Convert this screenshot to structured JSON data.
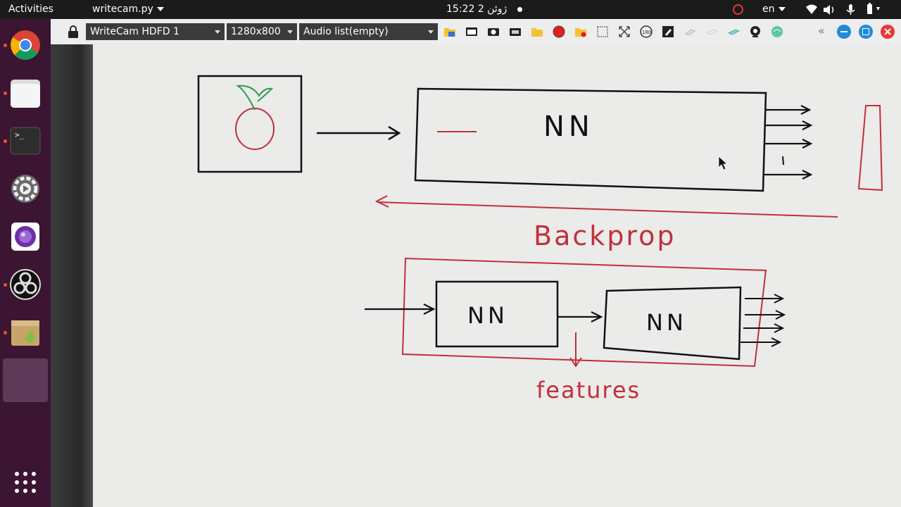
{
  "topbar": {
    "activities": "Activities",
    "app_menu": "writecam.py",
    "clock": "15:22",
    "date": "2 ژوئن",
    "language": "en"
  },
  "toolbar": {
    "camera_select": "WriteCam HDFD 1",
    "resolution_select": "1280x800",
    "audio_select": "Audio list(empty)"
  },
  "sketch": {
    "nn_main": "NN",
    "backprop": "Backprop",
    "nn_left": "NN",
    "nn_right": "NN",
    "features": "features"
  },
  "colors": {
    "dock_bg": "#3c1533",
    "topbar_bg": "#1b1b1b",
    "accent": "#e95420",
    "ink_red": "#c0303a",
    "ink_black": "#111111"
  }
}
